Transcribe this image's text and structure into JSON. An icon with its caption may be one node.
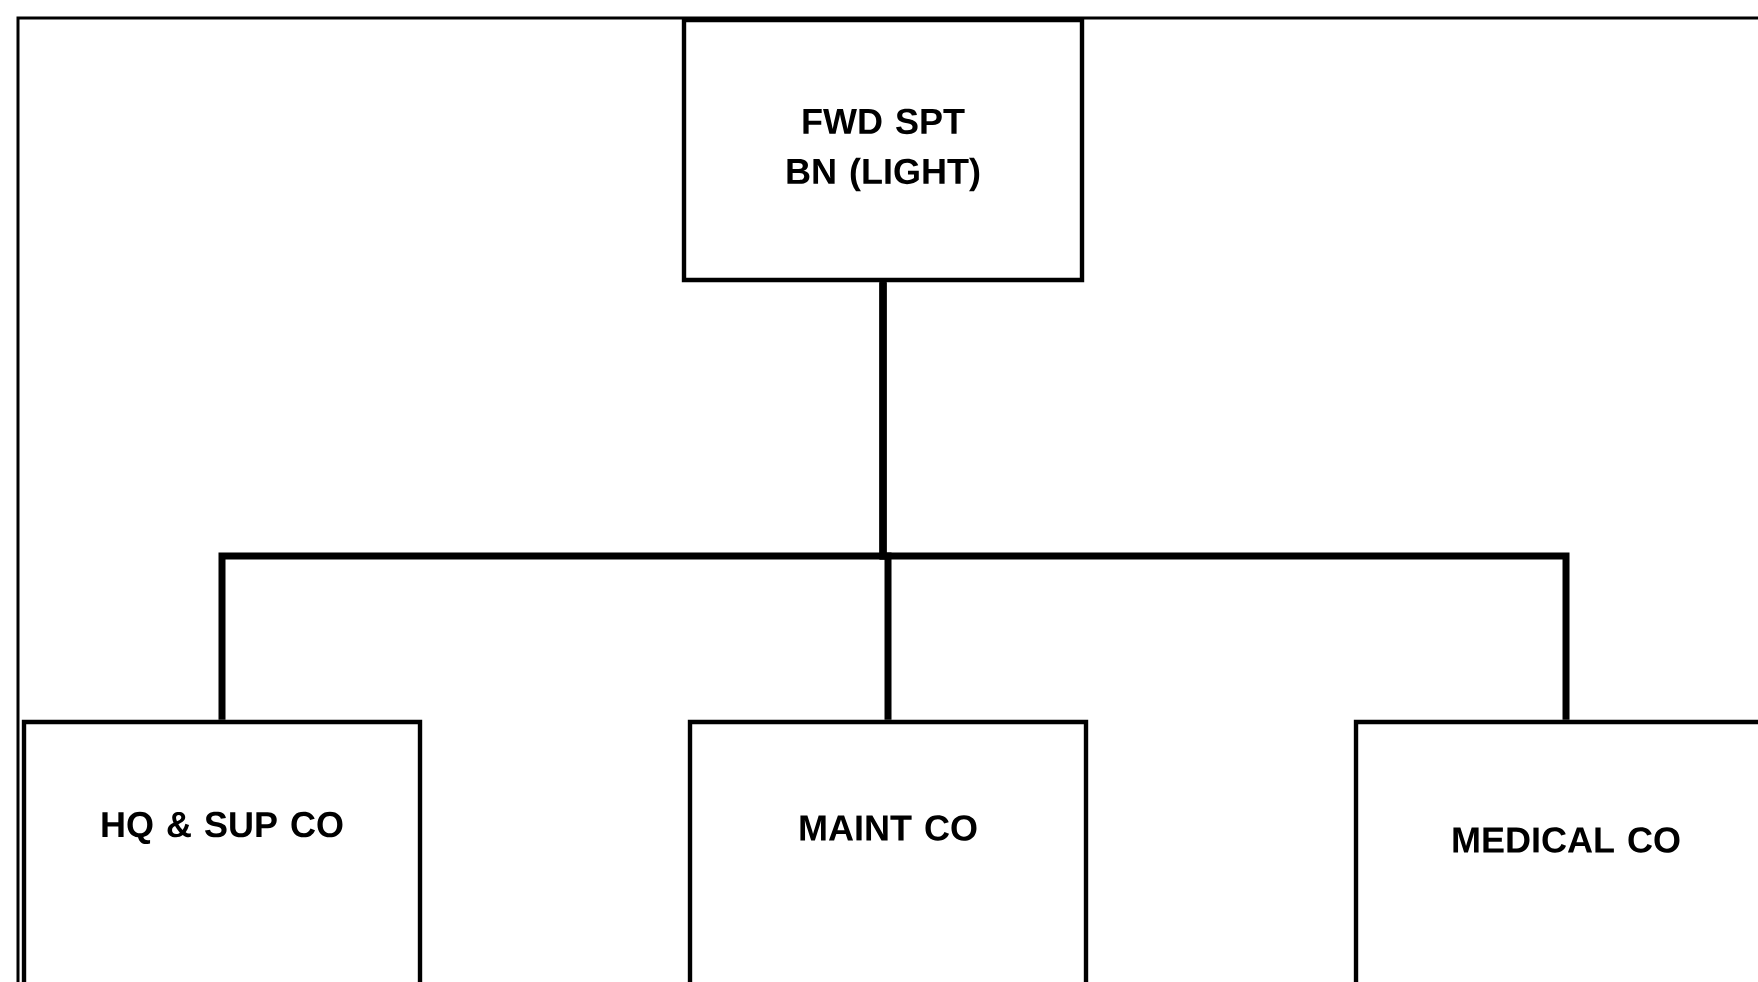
{
  "diagram": {
    "nodes": [
      {
        "text": [
          "FWD SPT BN (LIGHT)"
        ]
      },
      {
        "text": [
          "HQ & SUP CO"
        ]
      },
      {
        "text": [
          "MAINT CO"
        ]
      },
      {
        "text": [
          "MEDICAL CO"
        ]
      }
    ],
    "edges": [
      {
        "from": 0,
        "to": 1,
        "arrow": "none"
      },
      {
        "from": 0,
        "to": 2,
        "arrow": "none"
      },
      {
        "from": 0,
        "to": 3,
        "arrow": "none"
      }
    ]
  }
}
